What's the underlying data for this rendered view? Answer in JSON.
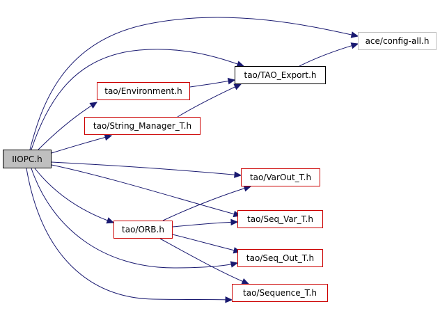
{
  "graph": {
    "edge_color": "#191970",
    "nodes": {
      "iiopc": {
        "label": "IIOPC.h",
        "style": "root"
      },
      "config_all": {
        "label": "ace/config-all.h",
        "style": "gray"
      },
      "tao_export": {
        "label": "tao/TAO_Export.h",
        "style": "black"
      },
      "environment": {
        "label": "tao/Environment.h",
        "style": "red"
      },
      "string_manager": {
        "label": "tao/String_Manager_T.h",
        "style": "red"
      },
      "varout": {
        "label": "tao/VarOut_T.h",
        "style": "red"
      },
      "orb": {
        "label": "tao/ORB.h",
        "style": "red"
      },
      "seq_var": {
        "label": "tao/Seq_Var_T.h",
        "style": "red"
      },
      "seq_out": {
        "label": "tao/Seq_Out_T.h",
        "style": "red"
      },
      "sequence": {
        "label": "tao/Sequence_T.h",
        "style": "red"
      }
    },
    "edges": [
      {
        "from": "iiopc",
        "to": "config_all"
      },
      {
        "from": "iiopc",
        "to": "tao_export"
      },
      {
        "from": "iiopc",
        "to": "environment"
      },
      {
        "from": "iiopc",
        "to": "string_manager"
      },
      {
        "from": "iiopc",
        "to": "varout"
      },
      {
        "from": "iiopc",
        "to": "seq_var"
      },
      {
        "from": "iiopc",
        "to": "orb"
      },
      {
        "from": "iiopc",
        "to": "seq_out"
      },
      {
        "from": "iiopc",
        "to": "sequence"
      },
      {
        "from": "tao_export",
        "to": "config_all"
      },
      {
        "from": "environment",
        "to": "tao_export"
      },
      {
        "from": "string_manager",
        "to": "tao_export"
      },
      {
        "from": "orb",
        "to": "varout"
      },
      {
        "from": "orb",
        "to": "seq_var"
      },
      {
        "from": "orb",
        "to": "seq_out"
      },
      {
        "from": "orb",
        "to": "sequence"
      }
    ]
  }
}
